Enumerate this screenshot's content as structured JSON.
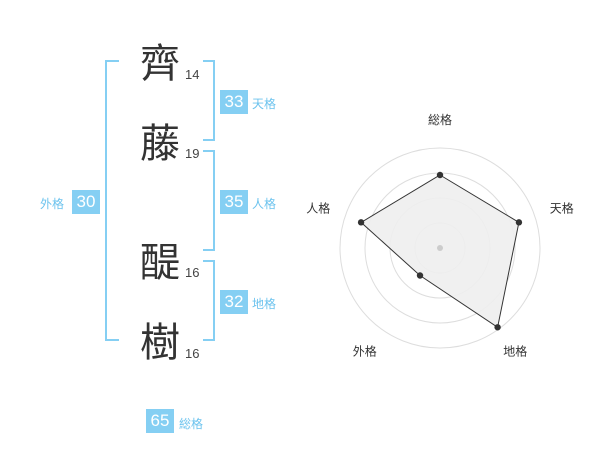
{
  "name": {
    "chars": [
      {
        "char": "齊",
        "strokes": "14"
      },
      {
        "char": "藤",
        "strokes": "19"
      },
      {
        "char": "醍",
        "strokes": "16"
      },
      {
        "char": "樹",
        "strokes": "16"
      }
    ]
  },
  "fortunes": {
    "tenkaku": {
      "value": "33",
      "label": "天格"
    },
    "jinkaku": {
      "value": "35",
      "label": "人格"
    },
    "chikaku": {
      "value": "32",
      "label": "地格"
    },
    "gaikaku": {
      "value": "30",
      "label": "外格"
    },
    "soukaku": {
      "value": "65",
      "label": "総格"
    }
  },
  "colors": {
    "badge": "#85cff3",
    "label": "#6cc3ee",
    "bracket": "#85cff3"
  },
  "chart_data": {
    "type": "radar",
    "axes": [
      "総格",
      "天格",
      "地格",
      "外格",
      "人格"
    ],
    "values": [
      0.73,
      0.83,
      0.98,
      0.34,
      0.83
    ],
    "range": [
      0,
      1
    ],
    "rings": 4,
    "fill_color": "#eeeeee",
    "line_color": "#333333",
    "grid": true
  }
}
